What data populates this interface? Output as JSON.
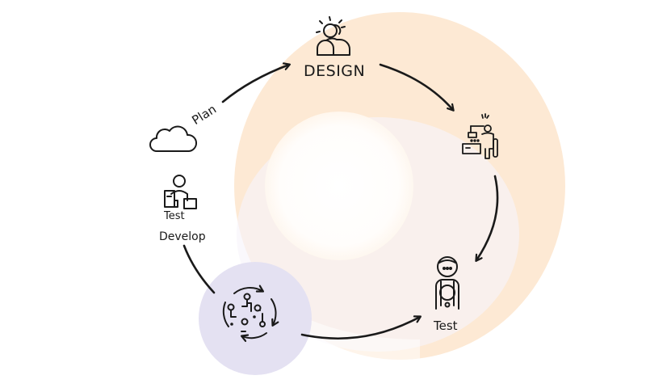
{
  "diagram": {
    "type": "cycle",
    "stages": [
      {
        "id": "design",
        "label": "DESIGN",
        "icon": "person-idea-icon"
      },
      {
        "id": "build",
        "label": "",
        "icon": "person-workstation-icon"
      },
      {
        "id": "test",
        "label": "Test",
        "icon": "tester-person-icon"
      },
      {
        "id": "iterate",
        "label": "",
        "icon": "cycle-network-icon"
      },
      {
        "id": "develop",
        "label": "Develop",
        "sublabel": "Test",
        "icon": "team-documents-icon"
      },
      {
        "id": "plan",
        "label": "Plan",
        "icon": "cloud-icon"
      }
    ],
    "colors": {
      "peach": "#fde9d4",
      "lavender": "#e4e1f2",
      "stroke": "#1a1a1a",
      "background": "#ffffff"
    }
  },
  "labels": {
    "design": "DESIGN",
    "plan": "Plan",
    "develop": "Develop",
    "develop_sub": "Test",
    "test": "Test"
  }
}
